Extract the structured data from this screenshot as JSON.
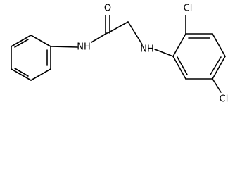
{
  "molecule": {
    "atoms": {
      "oxygen": "O",
      "amide_nh": "NH",
      "amine_nh": "NH",
      "chlorine_top": "Cl",
      "chlorine_bottom": "Cl"
    },
    "colors": {
      "bond": "#000000",
      "label": "#000000",
      "background": "#ffffff"
    }
  }
}
